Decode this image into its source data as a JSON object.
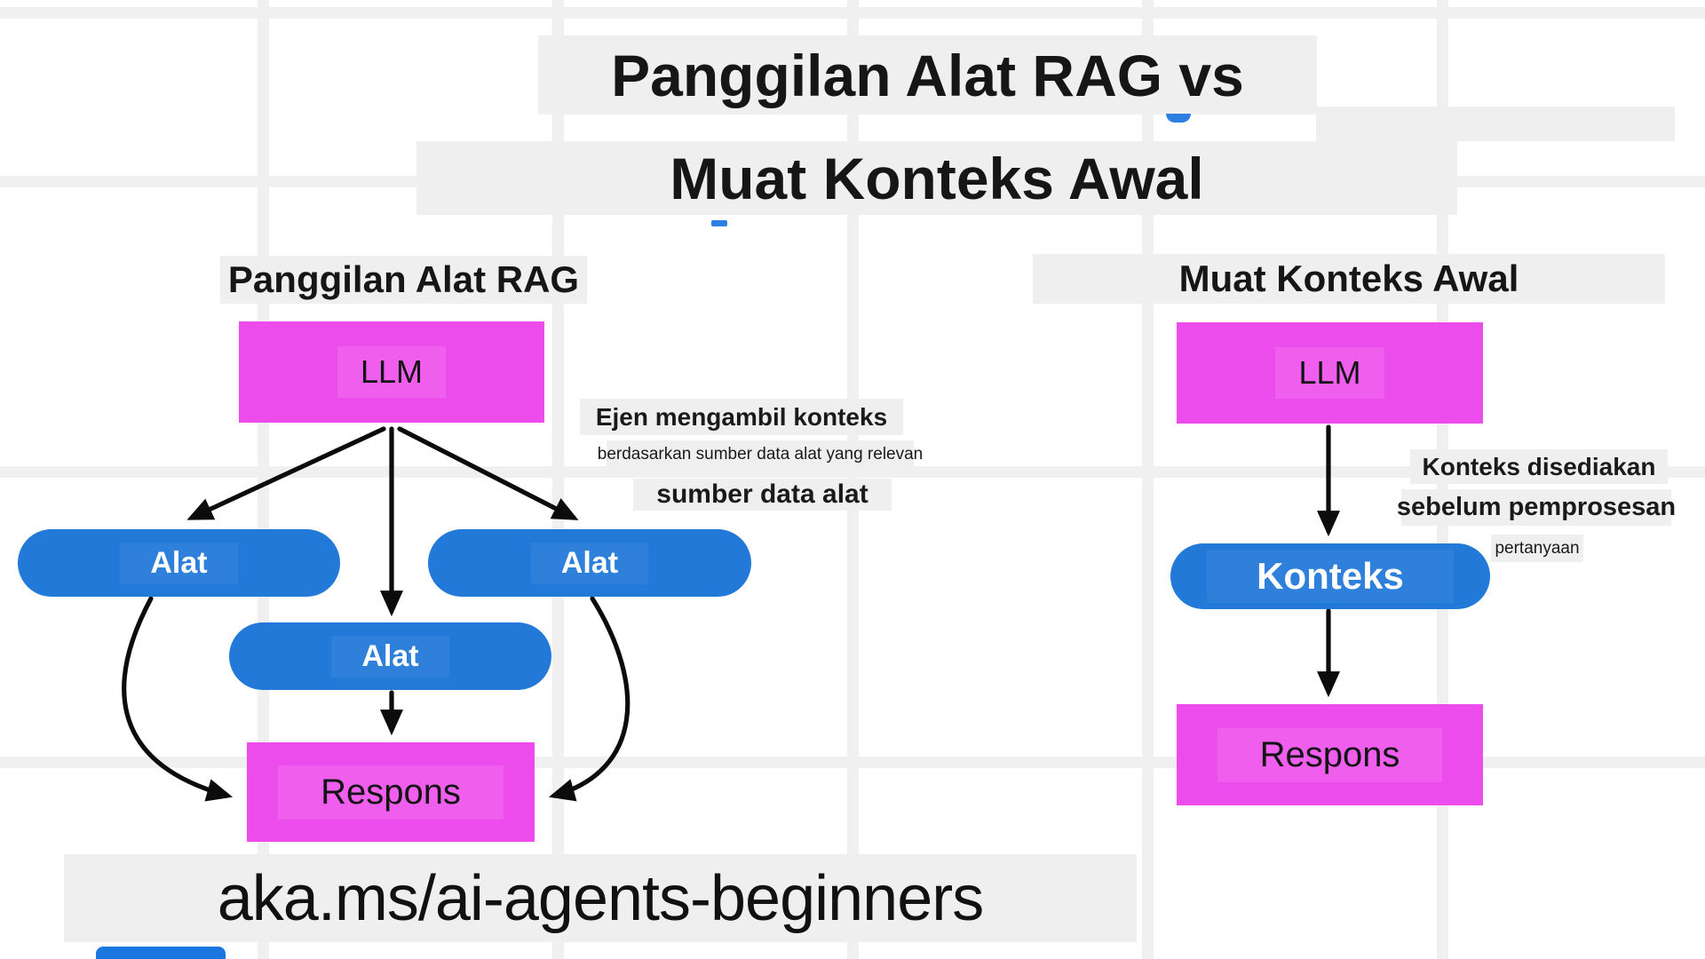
{
  "title": {
    "line1": "Panggilan Alat RAG vs",
    "line2": "Muat Konteks Awal"
  },
  "left_flow": {
    "heading": "Panggilan Alat RAG",
    "llm_label": "LLM",
    "tools": [
      "Alat",
      "Alat",
      "Alat"
    ],
    "response_label": "Respons",
    "note_line1": "Ejen mengambil konteks",
    "note_line2": "berdasarkan sumber data alat yang relevan",
    "note_line3": "sumber data alat"
  },
  "right_flow": {
    "heading": "Muat Konteks Awal",
    "llm_label": "LLM",
    "context_label": "Konteks",
    "response_label": "Respons",
    "note_line1": "Konteks disediakan",
    "note_line2": "sebelum pemprosesan",
    "note_line3": "pertanyaan"
  },
  "footer": {
    "link": "aka.ms/ai-agents-beginners"
  },
  "colors": {
    "node_magenta": "#ed4cec",
    "node_blue": "#2379d8",
    "overlay_gray": "#efefef",
    "grid_gray": "#f0f0f0",
    "arrow_black": "#0c0c0c",
    "accent_blue_dash": "#2d7fe2"
  }
}
